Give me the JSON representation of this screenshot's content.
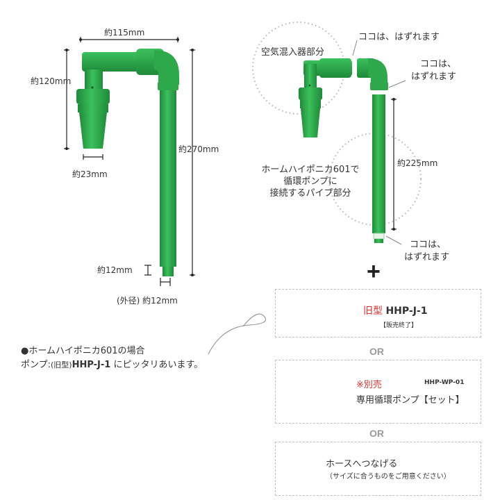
{
  "left_pipe": {
    "width_label": "約115mm",
    "height_label": "約120mm",
    "length_label": "約270mm",
    "diameter_label": "約23mm",
    "tip_label": "約12mm",
    "outer_label": "(外径) 約12mm"
  },
  "right_pipe": {
    "air_mixer_label": "空気混入器部分",
    "detach_1": "ココは、はずれます",
    "detach_2_line1": "ココは、",
    "detach_2_line2": "はずれます",
    "length_label": "約225mm",
    "connect_line1": "ホームハイポニカ601で",
    "connect_line2": "循環ポンプに",
    "connect_line3": "接続するパイプ部分",
    "detach_3_line1": "ココは、",
    "detach_3_line2": "はずれます"
  },
  "plus": "+",
  "option1": {
    "prefix": "旧型",
    "model": "HHP-J-1",
    "status": "【販売終了】"
  },
  "or1": "OR",
  "option2": {
    "sold_separately": "※別売",
    "code": "HHP-WP-01",
    "name": "専用循環ポンプ【セット】"
  },
  "or2": "OR",
  "option3": {
    "line1": "ホースへつなげる",
    "line2": "（サイズに合うものをご用意ください）"
  },
  "left_note": {
    "line1": "●ホームハイポニカ601の場合",
    "line2_prefix": "ポンプ:",
    "line2_old": "(旧型)",
    "line2_model": "HHP-J-1",
    "line2_suffix": "にピッタリあいます。"
  },
  "colors": {
    "pipe": "#2ea84b",
    "pipe_dark": "#1f8a3a",
    "accent_red": "#d93030",
    "or_gray": "#9a9a9a"
  }
}
